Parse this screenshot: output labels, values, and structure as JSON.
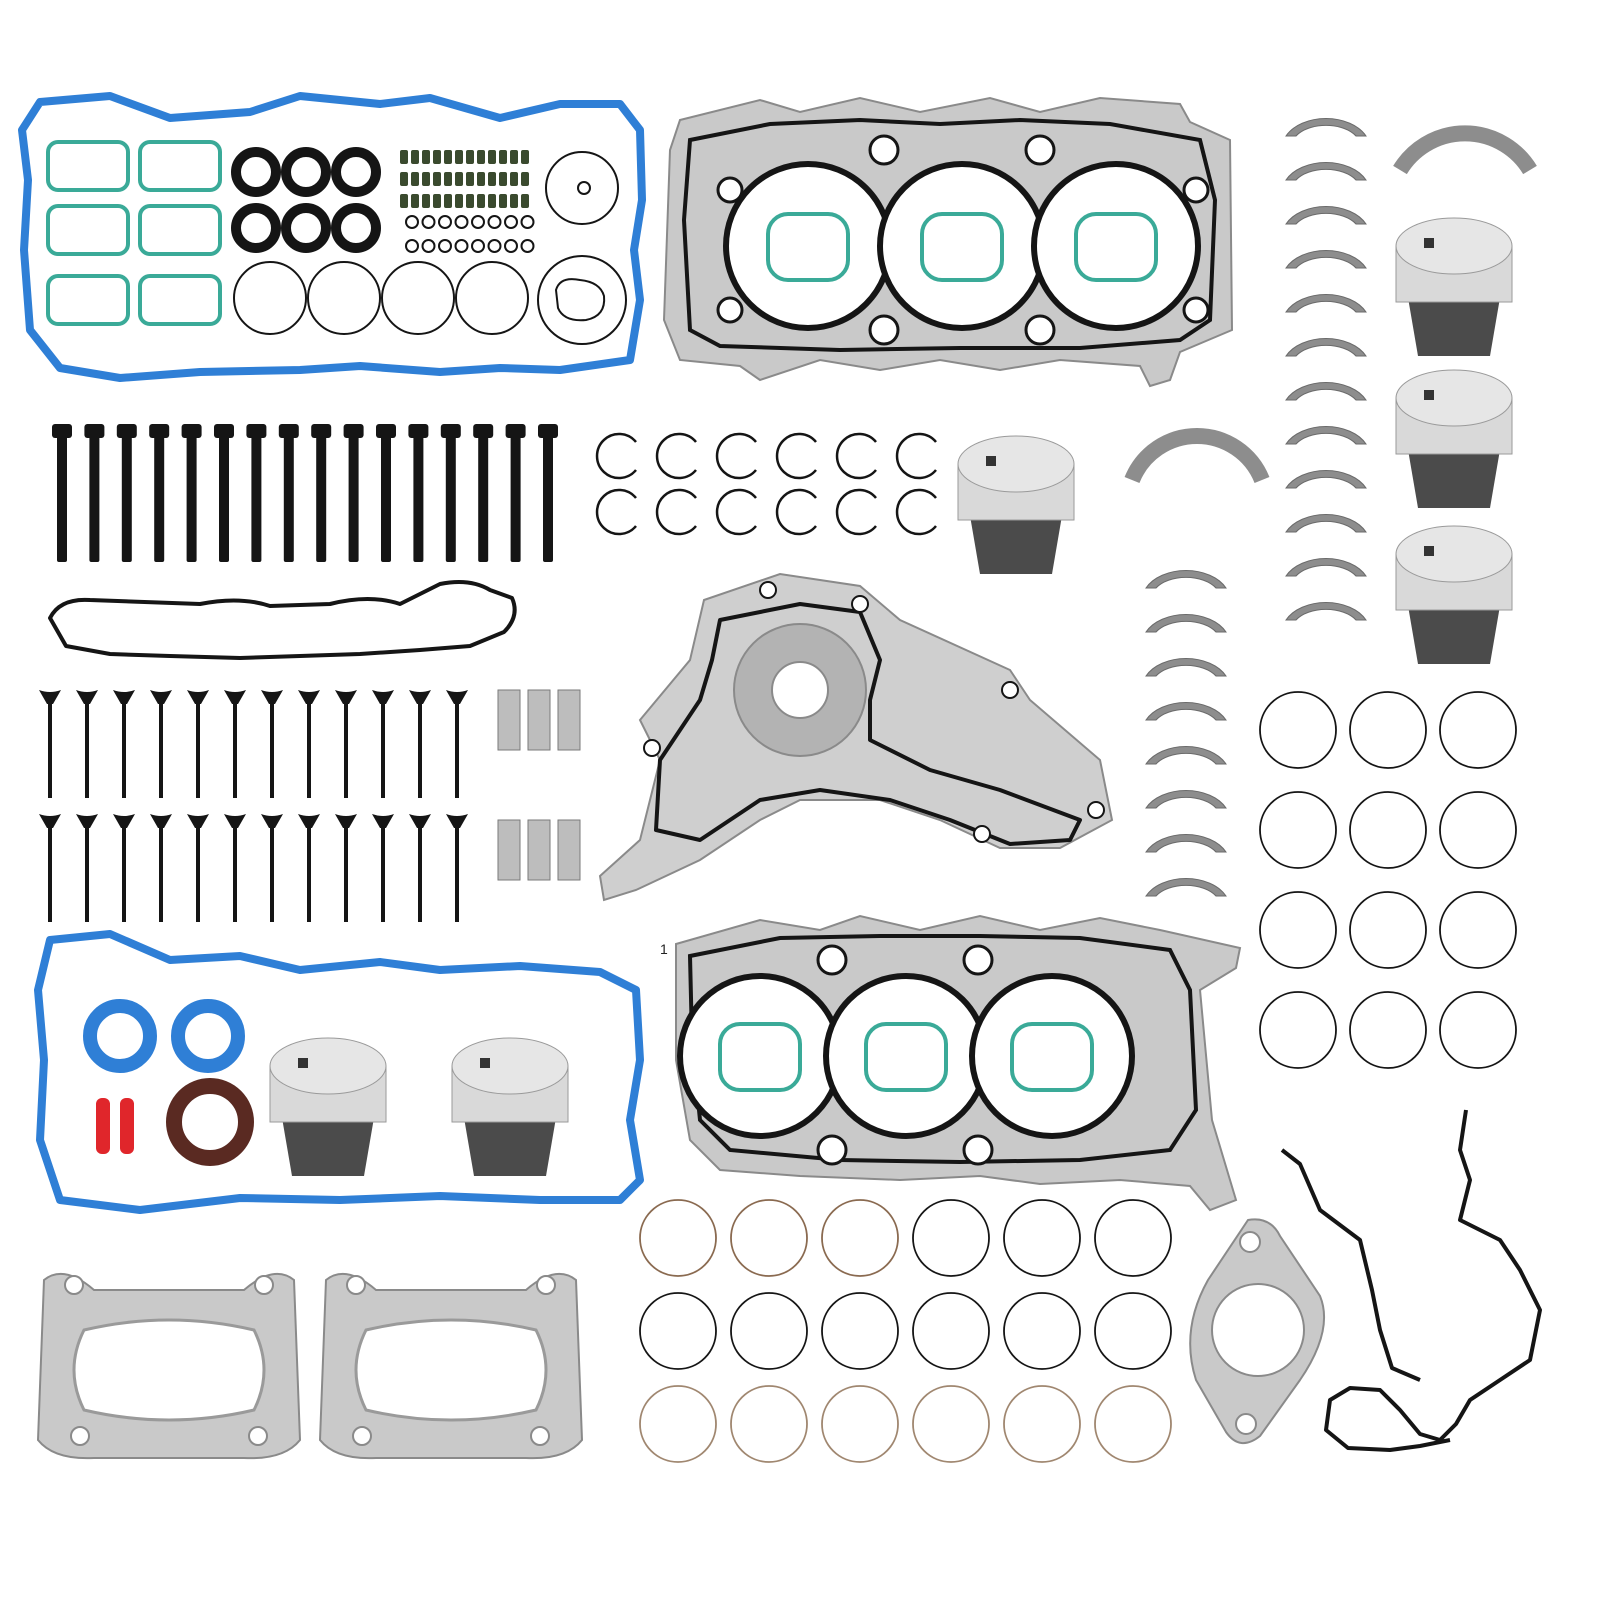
{
  "colors": {
    "background": "#ffffff",
    "valve_cover_gasket": "#2f7fd6",
    "intake_gasket": "#3aaa98",
    "black_seal": "#151515",
    "valve_stem_seal": "#3a4a2e",
    "steel_layer": "#c9c9c9",
    "steel_edge": "#8a8a8a",
    "piston_crown": "#e6e6e6",
    "piston_skirt": "#4b4b4b",
    "bearing_shell": "#8d8d8d",
    "red_plug": "#e0262b",
    "brown_seal": "#5a2a22"
  },
  "head_gasket_stamp": "1",
  "components": {
    "valve_cover_gasket_top": "valve-cover-gasket",
    "head_gasket": "head-gasket",
    "head_bolts": "head-bolt",
    "valves": "valve",
    "pistons": "piston",
    "bearings": "bearing-shell",
    "piston_rings": "piston-ring",
    "exhaust_manifold_gasket": "exhaust-manifold-gasket",
    "water_pump_gasket": "water-pump-gasket",
    "timing_cover_gasket": "timing-cover-gasket"
  }
}
